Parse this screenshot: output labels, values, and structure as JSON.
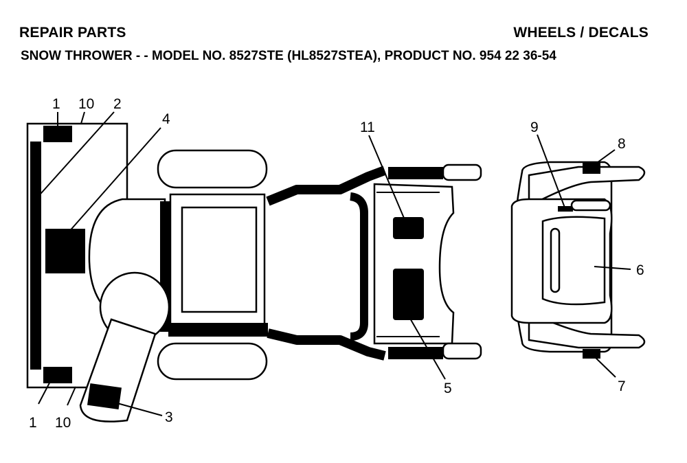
{
  "header": {
    "title": "REPAIR PARTS",
    "section": "WHEELS / DECALS",
    "subtitle": "SNOW THROWER - - MODEL NO. 8527STE (HL8527STEA), PRODUCT NO. 954 22 36-54"
  },
  "callouts": {
    "c1_top": "1",
    "c10_top": "10",
    "c2": "2",
    "c4": "4",
    "c1_bot": "1",
    "c10_bot": "10",
    "c3": "3",
    "c11": "11",
    "c5": "5",
    "c9": "9",
    "c8": "8",
    "c6": "6",
    "c7": "7"
  }
}
